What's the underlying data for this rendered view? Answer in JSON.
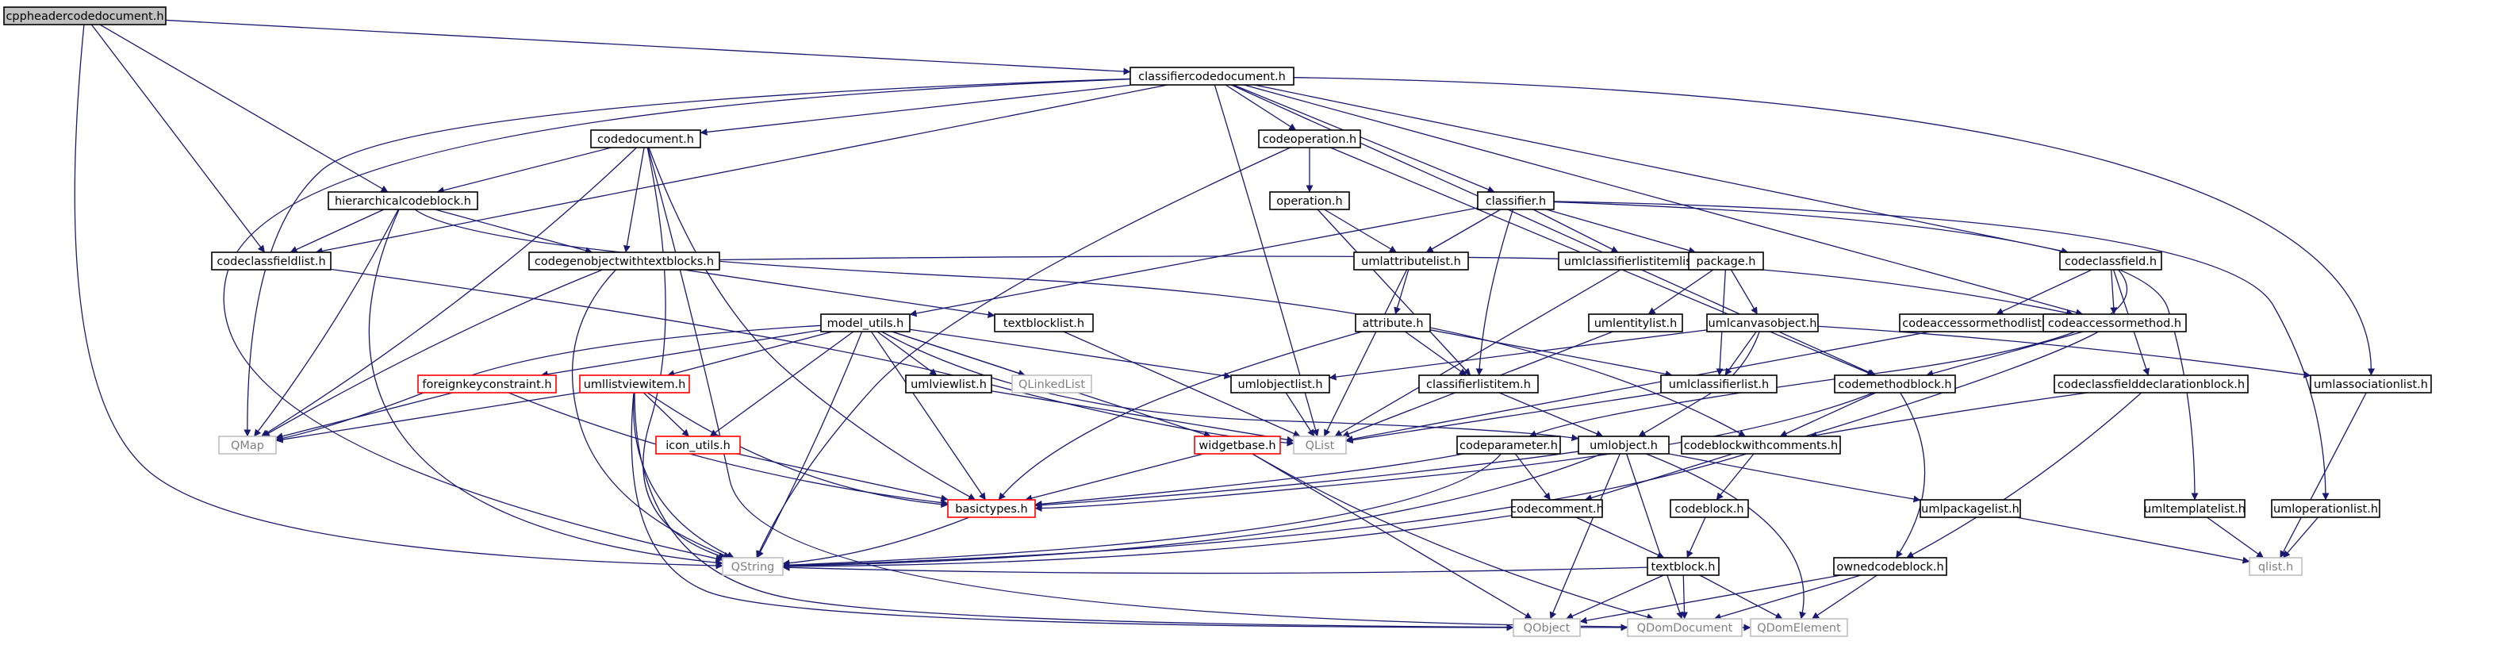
{
  "colors": {
    "edge": "#191970",
    "edge_light": "#c7c7c7",
    "root_fill": "#c0c0c0",
    "red_border": "#ff0000",
    "gray_border": "#c0c0c0",
    "text": "#000000",
    "gray_text": "#808080"
  },
  "nodes": [
    {
      "id": "cppheadercodedocument",
      "label": "cppheadercodedocument.h",
      "style": "root"
    },
    {
      "id": "classifiercodedocument",
      "label": "classifiercodedocument.h",
      "style": "normal"
    },
    {
      "id": "codedocument",
      "label": "codedocument.h",
      "style": "normal"
    },
    {
      "id": "codeoperation",
      "label": "codeoperation.h",
      "style": "normal"
    },
    {
      "id": "hierarchicalcodeblock",
      "label": "hierarchicalcodeblock.h",
      "style": "normal"
    },
    {
      "id": "operation",
      "label": "operation.h",
      "style": "normal"
    },
    {
      "id": "classifier",
      "label": "classifier.h",
      "style": "normal"
    },
    {
      "id": "codeclassfieldlist",
      "label": "codeclassfieldlist.h",
      "style": "normal"
    },
    {
      "id": "codegenobjectwithtextblocks",
      "label": "codegenobjectwithtextblocks.h",
      "style": "normal"
    },
    {
      "id": "umlattributelist",
      "label": "umlattributelist.h",
      "style": "normal"
    },
    {
      "id": "umlclassifierlistitemlist",
      "label": "umlclassifierlistitemlist.h",
      "style": "normal"
    },
    {
      "id": "package",
      "label": "package.h",
      "style": "normal"
    },
    {
      "id": "codeclassfield",
      "label": "codeclassfield.h",
      "style": "normal"
    },
    {
      "id": "model_utils",
      "label": "model_utils.h",
      "style": "normal"
    },
    {
      "id": "textblocklist",
      "label": "textblocklist.h",
      "style": "normal"
    },
    {
      "id": "attribute",
      "label": "attribute.h",
      "style": "normal"
    },
    {
      "id": "umlentitylist",
      "label": "umlentitylist.h",
      "style": "normal"
    },
    {
      "id": "umlcanvasobject",
      "label": "umlcanvasobject.h",
      "style": "normal"
    },
    {
      "id": "codeaccessormethodlist",
      "label": "codeaccessormethodlist.h",
      "style": "normal"
    },
    {
      "id": "codeaccessormethod",
      "label": "codeaccessormethod.h",
      "style": "normal"
    },
    {
      "id": "foreignkeyconstraint",
      "label": "foreignkeyconstraint.h",
      "style": "red"
    },
    {
      "id": "umllistviewitem",
      "label": "umllistviewitem.h",
      "style": "red"
    },
    {
      "id": "umlviewlist",
      "label": "umlviewlist.h",
      "style": "normal"
    },
    {
      "id": "QLinkedList",
      "label": "QLinkedList",
      "style": "gray"
    },
    {
      "id": "umlobjectlist",
      "label": "umlobjectlist.h",
      "style": "normal"
    },
    {
      "id": "classifierlistitem",
      "label": "classifierlistitem.h",
      "style": "normal"
    },
    {
      "id": "umlclassifierlist",
      "label": "umlclassifierlist.h",
      "style": "normal"
    },
    {
      "id": "codemethodblock",
      "label": "codemethodblock.h",
      "style": "normal"
    },
    {
      "id": "codeclassfielddeclarationblock",
      "label": "codeclassfielddeclarationblock.h",
      "style": "normal"
    },
    {
      "id": "umlassociationlist",
      "label": "umlassociationlist.h",
      "style": "normal"
    },
    {
      "id": "QMap",
      "label": "QMap",
      "style": "gray"
    },
    {
      "id": "icon_utils",
      "label": "icon_utils.h",
      "style": "red"
    },
    {
      "id": "widgetbase",
      "label": "widgetbase.h",
      "style": "red"
    },
    {
      "id": "QList",
      "label": "QList",
      "style": "gray"
    },
    {
      "id": "codeparameter",
      "label": "codeparameter.h",
      "style": "normal"
    },
    {
      "id": "umlobject",
      "label": "umlobject.h",
      "style": "normal"
    },
    {
      "id": "codeblockwithcomments",
      "label": "codeblockwithcomments.h",
      "style": "normal"
    },
    {
      "id": "basictypes",
      "label": "basictypes.h",
      "style": "red"
    },
    {
      "id": "codecomment",
      "label": "codecomment.h",
      "style": "normal"
    },
    {
      "id": "codeblock",
      "label": "codeblock.h",
      "style": "normal"
    },
    {
      "id": "umlpackagelist",
      "label": "umlpackagelist.h",
      "style": "normal"
    },
    {
      "id": "umltemplatelist",
      "label": "umltemplatelist.h",
      "style": "normal"
    },
    {
      "id": "umloperationlist",
      "label": "umloperationlist.h",
      "style": "normal"
    },
    {
      "id": "QString",
      "label": "QString",
      "style": "gray"
    },
    {
      "id": "textblock",
      "label": "textblock.h",
      "style": "normal"
    },
    {
      "id": "ownedcodeblock",
      "label": "ownedcodeblock.h",
      "style": "normal"
    },
    {
      "id": "qlist",
      "label": "qlist.h",
      "style": "gray"
    },
    {
      "id": "QObject",
      "label": "QObject",
      "style": "gray"
    },
    {
      "id": "QDomDocument",
      "label": "QDomDocument",
      "style": "gray"
    },
    {
      "id": "QDomElement",
      "label": "QDomElement",
      "style": "gray"
    }
  ],
  "edges": [
    [
      "cppheadercodedocument",
      "classifiercodedocument"
    ],
    [
      "cppheadercodedocument",
      "hierarchicalcodeblock"
    ],
    [
      "cppheadercodedocument",
      "codeclassfieldlist"
    ],
    [
      "cppheadercodedocument",
      "QString"
    ],
    [
      "classifiercodedocument",
      "codedocument"
    ],
    [
      "classifiercodedocument",
      "codeoperation"
    ],
    [
      "classifiercodedocument",
      "classifier"
    ],
    [
      "classifiercodedocument",
      "codeclassfield"
    ],
    [
      "classifiercodedocument",
      "codeclassfieldlist"
    ],
    [
      "classifiercodedocument",
      "codeaccessormethod"
    ],
    [
      "classifiercodedocument",
      "codemethodblock"
    ],
    [
      "classifiercodedocument",
      "umlassociationlist"
    ],
    [
      "classifiercodedocument",
      "QList"
    ],
    [
      "classifiercodedocument",
      "QMap"
    ],
    [
      "classifiercodedocument",
      "QString"
    ],
    [
      "codedocument",
      "hierarchicalcodeblock"
    ],
    [
      "codedocument",
      "codegenobjectwithtextblocks"
    ],
    [
      "codedocument",
      "QMap"
    ],
    [
      "codedocument",
      "QString"
    ],
    [
      "codedocument",
      "QDomElement"
    ],
    [
      "codedocument",
      "basictypes"
    ],
    [
      "codeoperation",
      "operation"
    ],
    [
      "codeoperation",
      "codemethodblock"
    ],
    [
      "codeoperation",
      "QString"
    ],
    [
      "hierarchicalcodeblock",
      "codeclassfieldlist"
    ],
    [
      "hierarchicalcodeblock",
      "codegenobjectwithtextblocks"
    ],
    [
      "hierarchicalcodeblock",
      "codeblockwithcomments"
    ],
    [
      "hierarchicalcodeblock",
      "QMap"
    ],
    [
      "hierarchicalcodeblock",
      "QString"
    ],
    [
      "operation",
      "umlattributelist"
    ],
    [
      "operation",
      "classifierlistitem"
    ],
    [
      "classifier",
      "model_utils"
    ],
    [
      "classifier",
      "umlattributelist"
    ],
    [
      "classifier",
      "umlclassifierlistitemlist"
    ],
    [
      "classifier",
      "package"
    ],
    [
      "classifier",
      "classifierlistitem"
    ],
    [
      "classifier",
      "umltemplatelist"
    ],
    [
      "classifier",
      "umloperationlist"
    ],
    [
      "codeclassfieldlist",
      "QList"
    ],
    [
      "codegenobjectwithtextblocks",
      "textblocklist"
    ],
    [
      "codegenobjectwithtextblocks",
      "codeaccessormethod"
    ],
    [
      "codegenobjectwithtextblocks",
      "QMap"
    ],
    [
      "codegenobjectwithtextblocks",
      "QString"
    ],
    [
      "umlattributelist",
      "attribute"
    ],
    [
      "umlattributelist",
      "QList"
    ],
    [
      "umlclassifierlistitemlist",
      "QList"
    ],
    [
      "package",
      "umlentitylist"
    ],
    [
      "package",
      "umlcanvasobject"
    ],
    [
      "package",
      "umlclassifierlist"
    ],
    [
      "codeclassfield",
      "codeaccessormethodlist"
    ],
    [
      "codeclassfield",
      "codeaccessormethod"
    ],
    [
      "codeclassfield",
      "codeclassfielddeclarationblock"
    ],
    [
      "codeclassfield",
      "codeparameter"
    ],
    [
      "model_utils",
      "foreignkeyconstraint"
    ],
    [
      "model_utils",
      "umllistviewitem"
    ],
    [
      "model_utils",
      "umlviewlist"
    ],
    [
      "model_utils",
      "QLinkedList"
    ],
    [
      "model_utils",
      "umlobjectlist"
    ],
    [
      "model_utils",
      "icon_utils"
    ],
    [
      "model_utils",
      "widgetbase"
    ],
    [
      "model_utils",
      "basictypes"
    ],
    [
      "model_utils",
      "QString"
    ],
    [
      "model_utils",
      "QMap"
    ],
    [
      "model_utils",
      "umlobject"
    ],
    [
      "textblocklist",
      "QList"
    ],
    [
      "attribute",
      "classifierlistitem"
    ],
    [
      "attribute",
      "basictypes"
    ],
    [
      "attribute",
      "umlclassifierlist"
    ],
    [
      "umlentitylist",
      "QList"
    ],
    [
      "umlcanvasobject",
      "umlobjectlist"
    ],
    [
      "umlcanvasobject",
      "umlclassifierlist"
    ],
    [
      "umlcanvasobject",
      "umlassociationlist"
    ],
    [
      "umlcanvasobject",
      "umlobject"
    ],
    [
      "codeaccessormethodlist",
      "QList"
    ],
    [
      "codeaccessormethod",
      "codemethodblock"
    ],
    [
      "codeaccessormethod",
      "QString"
    ],
    [
      "foreignkeyconstraint",
      "QMap"
    ],
    [
      "foreignkeyconstraint",
      "basictypes"
    ],
    [
      "umllistviewitem",
      "QMap"
    ],
    [
      "umllistviewitem",
      "icon_utils"
    ],
    [
      "umllistviewitem",
      "basictypes"
    ],
    [
      "umllistviewitem",
      "QString"
    ],
    [
      "umllistviewitem",
      "QObject"
    ],
    [
      "umllistviewitem",
      "QDomDocument"
    ],
    [
      "umlviewlist",
      "QList"
    ],
    [
      "umlobjectlist",
      "QList"
    ],
    [
      "classifierlistitem",
      "umlobject"
    ],
    [
      "umlclassifierlist",
      "QList"
    ],
    [
      "codemethodblock",
      "codeblockwithcomments"
    ],
    [
      "codemethodblock",
      "ownedcodeblock"
    ],
    [
      "codemethodblock",
      "basictypes"
    ],
    [
      "codeclassfielddeclarationblock",
      "codeblockwithcomments"
    ],
    [
      "codeclassfielddeclarationblock",
      "ownedcodeblock"
    ],
    [
      "umlassociationlist",
      "qlist"
    ],
    [
      "icon_utils",
      "basictypes"
    ],
    [
      "widgetbase",
      "basictypes"
    ],
    [
      "widgetbase",
      "QObject"
    ],
    [
      "widgetbase",
      "QDomDocument"
    ],
    [
      "codeparameter",
      "basictypes"
    ],
    [
      "codeparameter",
      "codecomment"
    ],
    [
      "codeparameter",
      "QString"
    ],
    [
      "umlobject",
      "basictypes"
    ],
    [
      "umlobject",
      "umlpackagelist"
    ],
    [
      "umlobject",
      "QString"
    ],
    [
      "umlobject",
      "QObject"
    ],
    [
      "umlobject",
      "QDomDocument"
    ],
    [
      "umlobject",
      "QDomElement"
    ],
    [
      "codeblockwithcomments",
      "codecomment"
    ],
    [
      "codeblockwithcomments",
      "codeblock"
    ],
    [
      "codecomment",
      "textblock"
    ],
    [
      "codecomment",
      "QString"
    ],
    [
      "codeblock",
      "textblock"
    ],
    [
      "umlpackagelist",
      "qlist"
    ],
    [
      "umltemplatelist",
      "qlist"
    ],
    [
      "umloperationlist",
      "qlist"
    ],
    [
      "textblock",
      "QString"
    ],
    [
      "textblock",
      "QObject"
    ],
    [
      "textblock",
      "QDomDocument"
    ],
    [
      "textblock",
      "QDomElement"
    ],
    [
      "ownedcodeblock",
      "QObject"
    ],
    [
      "ownedcodeblock",
      "QDomDocument"
    ],
    [
      "ownedcodeblock",
      "QDomElement"
    ],
    [
      "basictypes",
      "QString"
    ]
  ]
}
